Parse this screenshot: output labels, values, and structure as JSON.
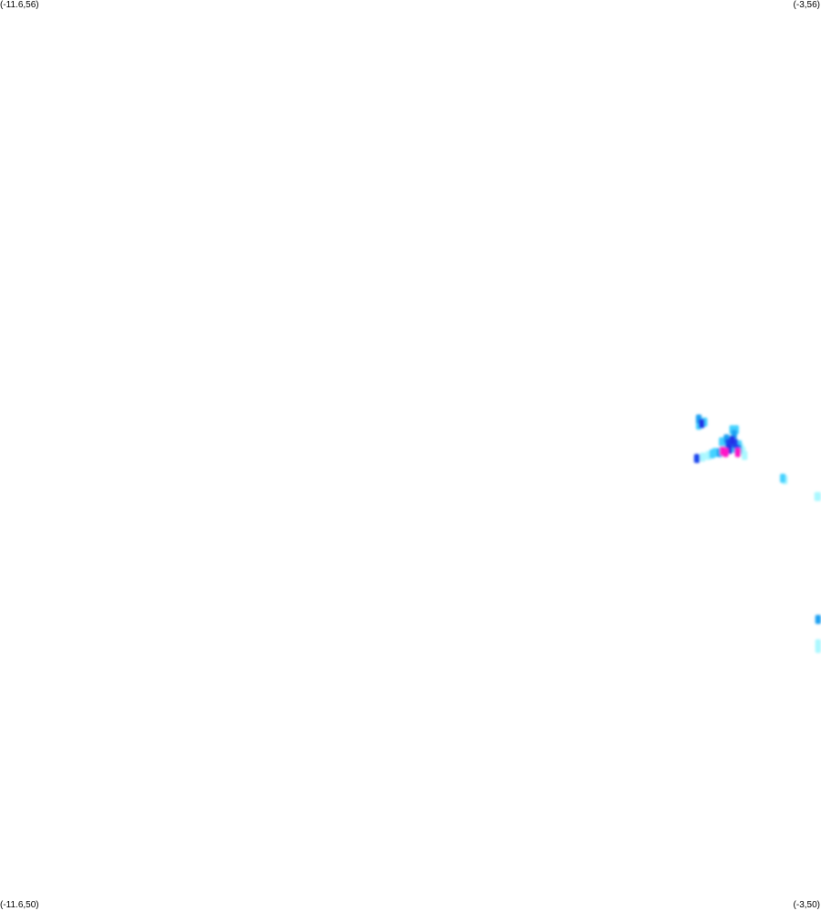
{
  "corners": {
    "top_left": "(-11.6,56)",
    "top_right": "(-3,56)",
    "bottom_left": "(-11.6,50)",
    "bottom_right": "(-3,50)"
  },
  "extent": {
    "lon_min": -11.6,
    "lon_max": -3,
    "lat_min": 50,
    "lat_max": 56
  },
  "cell_size_deg": 0.06,
  "colors": {
    "background": "#ffffff",
    "level_1": "#aaf8ff",
    "level_2": "#44d2ff",
    "level_3": "#1aa0f2",
    "level_4": "#1e46ee",
    "level_5": "#2233e6",
    "level_6": "#ff14c8"
  },
  "points": [
    {
      "lon": -4.28,
      "lat": 53.24,
      "level": 3
    },
    {
      "lon": -4.28,
      "lat": 53.2,
      "level": 2
    },
    {
      "lon": -4.22,
      "lat": 53.22,
      "level": 2
    },
    {
      "lon": -4.25,
      "lat": 53.21,
      "level": 5
    },
    {
      "lon": -3.93,
      "lat": 53.17,
      "level": 2
    },
    {
      "lon": -3.89,
      "lat": 53.17,
      "level": 2
    },
    {
      "lon": -3.91,
      "lat": 53.14,
      "level": 3
    },
    {
      "lon": -4.04,
      "lat": 53.09,
      "level": 2
    },
    {
      "lon": -3.99,
      "lat": 53.11,
      "level": 3
    },
    {
      "lon": -3.97,
      "lat": 53.08,
      "level": 4
    },
    {
      "lon": -3.93,
      "lat": 53.1,
      "level": 5
    },
    {
      "lon": -3.9,
      "lat": 53.08,
      "level": 4
    },
    {
      "lon": -3.86,
      "lat": 53.07,
      "level": 2
    },
    {
      "lon": -3.86,
      "lat": 53.04,
      "level": 3
    },
    {
      "lon": -3.88,
      "lat": 53.04,
      "level": 4
    },
    {
      "lon": -3.87,
      "lat": 53.02,
      "level": 6
    },
    {
      "lon": -3.93,
      "lat": 53.05,
      "level": 2
    },
    {
      "lon": -3.96,
      "lat": 53.04,
      "level": 5
    },
    {
      "lon": -3.99,
      "lat": 53.05,
      "level": 2
    },
    {
      "lon": -4.02,
      "lat": 53.06,
      "level": 2
    },
    {
      "lon": -4.03,
      "lat": 53.03,
      "level": 6
    },
    {
      "lon": -4.0,
      "lat": 53.02,
      "level": 6
    },
    {
      "lon": -4.06,
      "lat": 53.02,
      "level": 3
    },
    {
      "lon": -4.11,
      "lat": 53.02,
      "level": 2
    },
    {
      "lon": -4.14,
      "lat": 53.01,
      "level": 2
    },
    {
      "lon": -4.18,
      "lat": 53.0,
      "level": 1
    },
    {
      "lon": -4.24,
      "lat": 52.99,
      "level": 1
    },
    {
      "lon": -4.3,
      "lat": 52.98,
      "level": 4
    },
    {
      "lon": -3.84,
      "lat": 53.05,
      "level": 1
    },
    {
      "lon": -3.82,
      "lat": 53.03,
      "level": 1
    },
    {
      "lon": -3.8,
      "lat": 53.0,
      "level": 1
    },
    {
      "lon": -3.4,
      "lat": 52.85,
      "level": 2
    },
    {
      "lon": -3.38,
      "lat": 52.84,
      "level": 1
    },
    {
      "lon": -3.04,
      "lat": 52.73,
      "level": 1
    },
    {
      "lon": -3.02,
      "lat": 52.73,
      "level": 1
    },
    {
      "lon": -3.03,
      "lat": 51.92,
      "level": 3
    },
    {
      "lon": -3.03,
      "lat": 51.76,
      "level": 1
    },
    {
      "lon": -3.03,
      "lat": 51.73,
      "level": 1
    }
  ]
}
